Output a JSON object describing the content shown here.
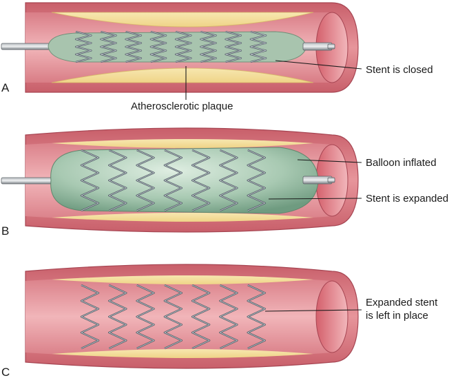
{
  "panels": [
    {
      "letter": "A"
    },
    {
      "letter": "B"
    },
    {
      "letter": "C"
    }
  ],
  "labels": {
    "plaque": "Atherosclerotic plaque",
    "stent_closed": "Stent is closed",
    "balloon_inflated": "Balloon inflated",
    "stent_expanded": "Stent is expanded",
    "stent_left_line1": "Expanded stent",
    "stent_left_line2": "is left in place"
  },
  "colors": {
    "vessel_wall": "#dc7f86",
    "vessel_wall_dark": "#b8505c",
    "lumen": "#e8a3a8",
    "plaque": "#f3dc97",
    "balloon": "#8fb89e",
    "stent_wire": "#5b6670",
    "catheter": "#8a8f94"
  }
}
